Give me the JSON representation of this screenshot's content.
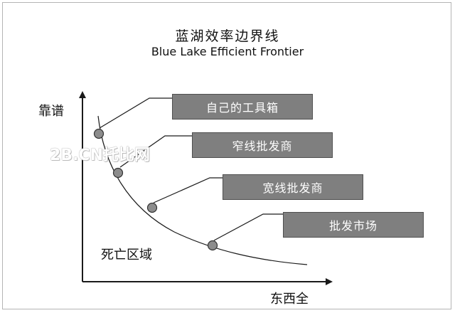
{
  "title_cn": "蓝湖效率边界线",
  "title_en": "Blue Lake Efficient Frontier",
  "y_axis_label": "靠谱",
  "x_axis_label": "东西全",
  "region_label": "死亡区域",
  "watermark": "2B.CN托比网",
  "strategies": [
    {
      "label": "自己的工具箱"
    },
    {
      "label": "窄线批发商"
    },
    {
      "label": "宽线批发商"
    },
    {
      "label": "批发市场"
    }
  ],
  "colors": {
    "box_fill": "#7f7f7f",
    "box_border": "#4f4f4f",
    "point_fill": "#8c8c8c",
    "line": "#1a1a1a"
  }
}
